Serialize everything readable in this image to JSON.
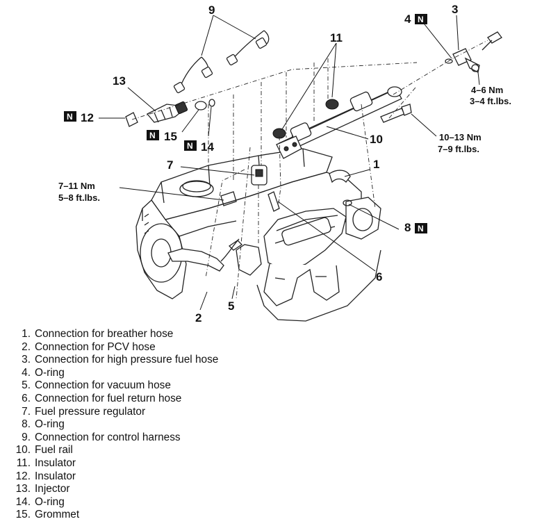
{
  "callouts": {
    "c1": "1",
    "c2": "2",
    "c3": "3",
    "c4": "4",
    "c5": "5",
    "c6": "6",
    "c7": "7",
    "c8": "8",
    "c9": "9",
    "c10": "10",
    "c11": "11",
    "c12": "12",
    "c13": "13",
    "c14": "14",
    "c15": "15"
  },
  "new_part_marker": "N",
  "torque_specs": {
    "bolt_3": {
      "nm": "4–6 Nm",
      "ftlbs": "3–4 ft.lbs."
    },
    "bolt_10": {
      "nm": "10–13 Nm",
      "ftlbs": "7–9 ft.lbs."
    },
    "bolt_7": {
      "nm": "7–11 Nm",
      "ftlbs": "5–8 ft.lbs."
    }
  },
  "legend": [
    {
      "num": "1.",
      "text": "Connection for breather hose"
    },
    {
      "num": "2.",
      "text": "Connection for PCV hose"
    },
    {
      "num": "3.",
      "text": "Connection for high pressure fuel hose"
    },
    {
      "num": "4.",
      "text": "O-ring"
    },
    {
      "num": "5.",
      "text": "Connection for vacuum hose"
    },
    {
      "num": "6.",
      "text": "Connection for fuel return hose"
    },
    {
      "num": "7.",
      "text": "Fuel pressure regulator"
    },
    {
      "num": "8.",
      "text": "O-ring"
    },
    {
      "num": "9.",
      "text": "Connection for control harness"
    },
    {
      "num": "10.",
      "text": "Fuel rail"
    },
    {
      "num": "11.",
      "text": "Insulator"
    },
    {
      "num": "12.",
      "text": "Insulator"
    },
    {
      "num": "13.",
      "text": "Injector"
    },
    {
      "num": "14.",
      "text": "O-ring"
    },
    {
      "num": "15.",
      "text": "Grommet"
    }
  ]
}
